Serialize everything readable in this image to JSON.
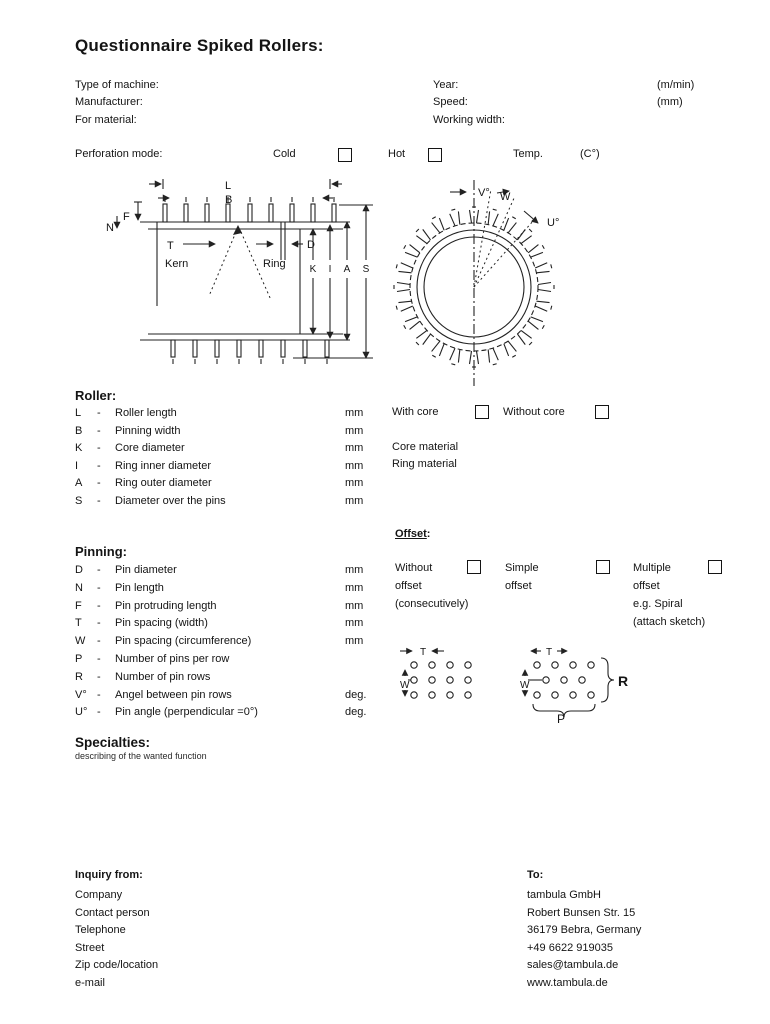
{
  "dash": "-",
  "title": "Questionnaire Spiked Rollers:",
  "machine": {
    "rows_left": [
      {
        "label": "Type of machine:"
      },
      {
        "label": "Manufacturer:"
      },
      {
        "label": "For material:"
      }
    ],
    "rows_right": [
      {
        "label": "Year:",
        "unit": ""
      },
      {
        "label": "Speed:",
        "unit": "(m/min)"
      },
      {
        "label": "Working width:",
        "unit": "(mm)"
      }
    ]
  },
  "perforation": {
    "label": "Perforation mode:",
    "cold": "Cold",
    "hot": "Hot",
    "temp": "Temp.",
    "temp_unit": "(C°)"
  },
  "diagrams": {
    "side": {
      "l": "L",
      "b": "B",
      "n": "N",
      "f": "F",
      "t": "T",
      "d": "D",
      "kern": "Kern",
      "ring": "Ring",
      "k": "K",
      "i": "I",
      "a": "A",
      "s": "S"
    },
    "cross": {
      "v": "V°",
      "w": "W",
      "u": "U°"
    },
    "patterns": {
      "t": "T",
      "w": "W",
      "t2": "T",
      "w2": "W",
      "r": "R",
      "p": "P"
    }
  },
  "roller": {
    "heading": "Roller:",
    "rows": [
      {
        "key": "L",
        "desc": "Roller length",
        "unit": "mm"
      },
      {
        "key": "B",
        "desc": "Pinning width",
        "unit": "mm"
      },
      {
        "key": "K",
        "desc": "Core diameter",
        "unit": "mm"
      },
      {
        "key": "I",
        "desc": "Ring inner diameter",
        "unit": "mm"
      },
      {
        "key": "A",
        "desc": "Ring outer diameter",
        "unit": "mm"
      },
      {
        "key": "S",
        "desc": "Diameter over the pins",
        "unit": "mm"
      }
    ],
    "with_core": "With core",
    "without_core": "Without core",
    "core_material": "Core material",
    "ring_material": "Ring material"
  },
  "pinning": {
    "heading": "Pinning:",
    "rows": [
      {
        "key": "D",
        "desc": "Pin diameter",
        "unit": "mm"
      },
      {
        "key": "N",
        "desc": "Pin length",
        "unit": "mm"
      },
      {
        "key": "F",
        "desc": "Pin protruding length",
        "unit": "mm"
      },
      {
        "key": "T",
        "desc": "Pin spacing (width)",
        "unit": "mm"
      },
      {
        "key": "W",
        "desc": "Pin spacing (circumference)",
        "unit": "mm"
      },
      {
        "key": "P",
        "desc": "Number of pins per row",
        "unit": ""
      },
      {
        "key": "R",
        "desc": "Number of pin rows",
        "unit": ""
      },
      {
        "key": "V°",
        "desc": "Angel between pin rows",
        "unit": "deg."
      },
      {
        "key": "U°",
        "desc": "Pin angle (perpendicular =0°)",
        "unit": "deg."
      }
    ]
  },
  "offset": {
    "heading": "Offset",
    "colon": ":",
    "options": [
      {
        "line1": "Without",
        "line2": "offset",
        "line3": "(consecutively)",
        "line4": ""
      },
      {
        "line1": "Simple",
        "line2": "offset",
        "line3": "",
        "line4": ""
      },
      {
        "line1": "Multiple",
        "line2": "offset",
        "line3": "e.g. Spiral",
        "line4": "(attach sketch)"
      }
    ]
  },
  "specialties": {
    "heading": "Specialties:",
    "note": "describing of the wanted function"
  },
  "inquiry": {
    "heading": "Inquiry from:",
    "fields": [
      "Company",
      "Contact person",
      "Telephone",
      "Street",
      "Zip code/location",
      "e-mail"
    ]
  },
  "to": {
    "heading": "To:",
    "lines": [
      "tambula GmbH",
      "Robert Bunsen Str. 15",
      "36179 Bebra, Germany",
      "+49 6622 919035",
      "sales@tambula.de",
      "www.tambula.de"
    ]
  }
}
